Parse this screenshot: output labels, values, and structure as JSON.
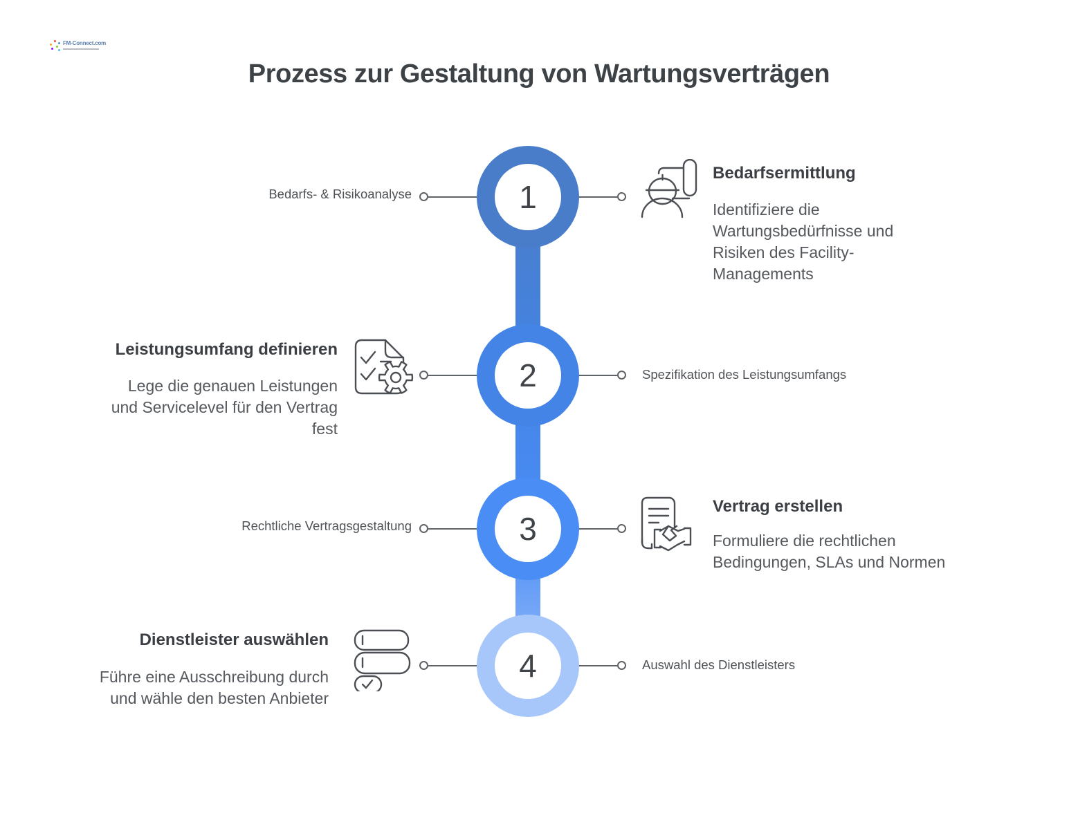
{
  "logo": {
    "text": "FM-Connect.com"
  },
  "title": "Prozess zur Gestaltung von Wartungsverträgen",
  "colors": {
    "step1": "#4a7dc9",
    "step2": "#4384e6",
    "step3": "#4a8df5",
    "step4": "#a7c7fa",
    "connector_gray": "#5f6368"
  },
  "steps": [
    {
      "number": "1",
      "label": "Bedarfs- & Risikoanalyse",
      "heading": "Bedarfsermittlung",
      "description": "Identifiziere die Wartungsbedürfnisse und Risiken des Facility-Managements",
      "desc_lines": [
        "Identifiziere die",
        "Wartungsbedürfnisse und",
        "Risiken des Facility-",
        "Managements"
      ],
      "icon": "engineer-blueprint-icon",
      "color": "#4a7dc9"
    },
    {
      "number": "2",
      "label": "Spezifikation des Leistungsumfangs",
      "heading": "Leistungsumfang definieren",
      "description": "Lege die genauen Leistungen und Servicelevel für den Vertrag fest",
      "desc_lines": [
        "Lege die genauen Leistungen",
        "und Servicelevel für den Vertrag",
        "fest"
      ],
      "icon": "checklist-gear-icon",
      "color": "#4384e6"
    },
    {
      "number": "3",
      "label": "Rechtliche Vertragsgestaltung",
      "heading": "Vertrag erstellen",
      "description": "Formuliere die rechtlichen Bedingungen, SLAs und Normen",
      "desc_lines": [
        "Formuliere die rechtlichen",
        "Bedingungen, SLAs und Normen"
      ],
      "icon": "contract-handshake-icon",
      "color": "#4a8df5"
    },
    {
      "number": "4",
      "label": "Auswahl des Dienstleisters",
      "heading": "Dienstleister auswählen",
      "description": "Führe eine Ausschreibung durch und wähle den besten Anbieter",
      "desc_lines": [
        "Führe eine Ausschreibung durch",
        "und wähle den besten Anbieter"
      ],
      "icon": "form-selection-icon",
      "color": "#a7c7fa"
    }
  ]
}
